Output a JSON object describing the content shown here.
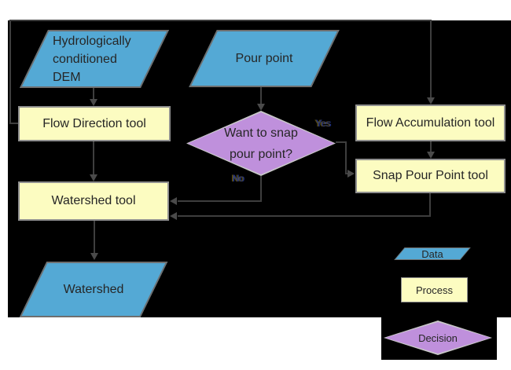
{
  "nodes": {
    "dem": {
      "line1": "Hydrologically",
      "line2": "conditioned",
      "line3": "DEM"
    },
    "pour_point": {
      "label": "Pour point"
    },
    "flow_direction": {
      "label": "Flow Direction tool"
    },
    "flow_accumulation": {
      "label": "Flow Accumulation tool"
    },
    "snap_pour_point": {
      "label": "Snap Pour Point tool"
    },
    "snap_decision": {
      "line1": "Want to snap",
      "line2": "pour point?"
    },
    "watershed_tool": {
      "label": "Watershed tool"
    },
    "watershed_output": {
      "label": "Watershed"
    }
  },
  "edge_labels": {
    "yes": "Yes",
    "no": "No"
  },
  "legend": {
    "data_label": "Data",
    "process_label": "Process",
    "decision_label": "Decision"
  },
  "colors": {
    "page_bg": "#ffffff",
    "canvas_bg": "#000000",
    "data_fill": "#54a9d5",
    "process_fill": "#fcfcc1",
    "decision_fill": "#bf90dc",
    "connector": "#3e3e3e",
    "node_text": "#262626"
  }
}
